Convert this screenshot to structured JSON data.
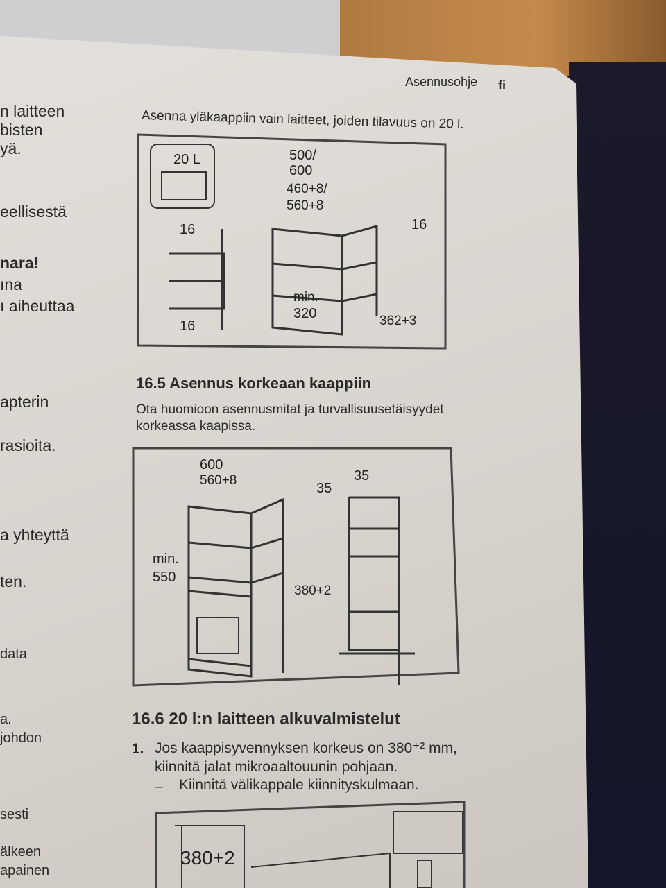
{
  "left_column": [
    "n laitteen",
    "bisten",
    "yä.",
    "eellisestä",
    "nara!",
    "ına",
    "ı aiheuttaa",
    "apterin",
    "rasioita.",
    "a yhteyttä",
    "ten.",
    "data",
    "a.",
    "johdon",
    "sesti",
    "älkeen",
    "apainen"
  ],
  "header": {
    "title": "Asennusohje",
    "lang": "fi"
  },
  "intro": "Asenna yläkaappiin vain laitteet, joiden tilavuus on 20 l.",
  "figure1": {
    "volume": "20 L",
    "w1": "500/",
    "w2": "600",
    "d1": "460+8/",
    "d2": "560+8",
    "side16a": "16",
    "side16b": "16",
    "right16": "16",
    "min": "min.",
    "min_val": "320",
    "height": "362+3"
  },
  "section_16_5": {
    "title": "16.5  Asennus korkeaan kaappiin",
    "text1": "Ota huomioon asennusmitat ja turvallisuusetäisyydet",
    "text2": "korkeassa kaapissa."
  },
  "figure2": {
    "w": "600",
    "d": "560+8",
    "gap": "35",
    "gap2": "35",
    "min": "min.",
    "min_val": "550",
    "height": "380+2"
  },
  "section_16_6": {
    "title": "16.6  20 l:n laitteen alkuvalmistelut",
    "step_num": "1.",
    "step1a": "Jos kaappisyvennyksen korkeus on 380⁺² mm,",
    "step1b": "kiinnitä jalat mikroaaltouunin pohjaan.",
    "sub_dash": "–",
    "sub": "Kiinnitä välikappale kiinnityskulmaan."
  },
  "figure3": {
    "height": "380+2"
  }
}
